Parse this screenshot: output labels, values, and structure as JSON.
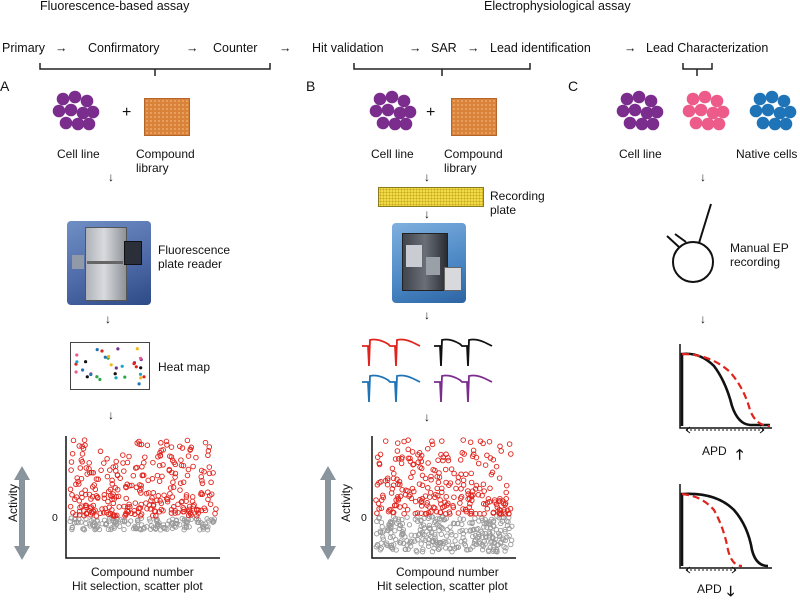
{
  "headers": {
    "fluorescence": "Fluorescence-based assay",
    "electrophysiological": "Electrophysiological assay"
  },
  "pipeline": {
    "primary": "Primary",
    "confirmatory": "Confirmatory",
    "counter": "Counter",
    "hit_validation": "Hit validation",
    "sar": "SAR",
    "lead_identification": "Lead  identification",
    "lead_characterization": "Lead Characterization",
    "arrow": "→"
  },
  "panels": {
    "a": {
      "letter": "A",
      "cell_line": "Cell line",
      "compound_library": "Compound\nlibrary",
      "plus": "+",
      "instrument": "Fluorescence\nplate reader",
      "heat_map": "Heat map",
      "ylabel": "Activity",
      "zero": "0",
      "xlabel": "Compound number",
      "caption": "Hit selection, scatter plot"
    },
    "b": {
      "letter": "B",
      "cell_line": "Cell line",
      "compound_library": "Compound\nlibrary",
      "plus": "+",
      "recording_plate": "Recording\nplate",
      "ylabel": "Activity",
      "zero": "0",
      "xlabel": "Compound number",
      "caption": "Hit selection, scatter plot"
    },
    "c": {
      "letter": "C",
      "cell_line": "Cell line",
      "native_cells": "Native cells",
      "manual_ep": "Manual EP\nrecording",
      "apd_up": "APD",
      "apd_down": "APD"
    }
  },
  "down_arrow": "↓",
  "colors": {
    "purple": "#7b2d8e",
    "pink": "#ec5b89",
    "blue": "#1f74b8",
    "orange": "#d9823a",
    "yellow": "#f3dd4a",
    "hit_red": "#e0231c",
    "inactive_gray": "#9a9a9a",
    "activity_arrow": "#8a949c"
  }
}
